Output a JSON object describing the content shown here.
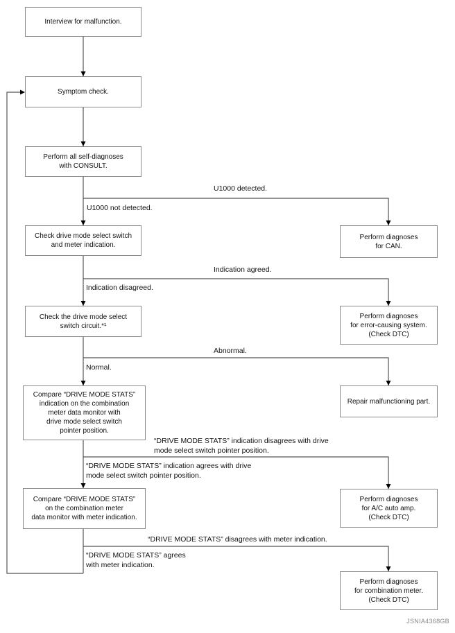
{
  "colors": {
    "line": "#555555",
    "box_border": "#8a8a8a",
    "text": "#111111",
    "arrow": "#000000",
    "background": "#ffffff",
    "watermark": "#8a8a8a"
  },
  "boxes": {
    "interview": "Interview for malfunction.",
    "symptom_check": "Symptom check.",
    "self_diagnoses": "Perform all self-diagnoses\nwith CONSULT.",
    "check_switch_meter": "Check drive mode select switch\nand meter indication.",
    "check_switch_circuit": "Check the drive mode select\nswitch circuit.*¹",
    "compare_pointer": "Compare “DRIVE MODE STATS”\nindication on the combination\nmeter data monitor with\ndrive mode select switch\npointer position.",
    "compare_meter": "Compare “DRIVE MODE STATS”\non the combination meter\ndata monitor with meter indication.",
    "diag_can": "Perform diagnoses\nfor CAN.",
    "diag_error_system": "Perform diagnoses\nfor error-causing system.\n(Check DTC)",
    "repair_part": "Repair malfunctioning part.",
    "diag_ac_amp": "Perform diagnoses\nfor A/C auto amp.\n(Check DTC)",
    "diag_combination_meter": "Perform diagnoses\nfor combination meter.\n(Check DTC)"
  },
  "labels": {
    "u1000_detected": "U1000 detected.",
    "u1000_not_detected": "U1000 not detected.",
    "indication_agreed": "Indication agreed.",
    "indication_disagreed": "Indication disagreed.",
    "abnormal": "Abnormal.",
    "normal": "Normal.",
    "stats_disagrees_switch": "“DRIVE MODE STATS” indication disagrees with drive\nmode select switch pointer position.",
    "stats_agrees_switch": "“DRIVE MODE STATS” indication agrees with drive\nmode select switch pointer position.",
    "stats_disagrees_meter": "“DRIVE MODE STATS” disagrees with meter indication.",
    "stats_agrees_meter": "“DRIVE MODE STATS” agrees\nwith meter indication."
  },
  "watermark": "JSNIA4368GB"
}
